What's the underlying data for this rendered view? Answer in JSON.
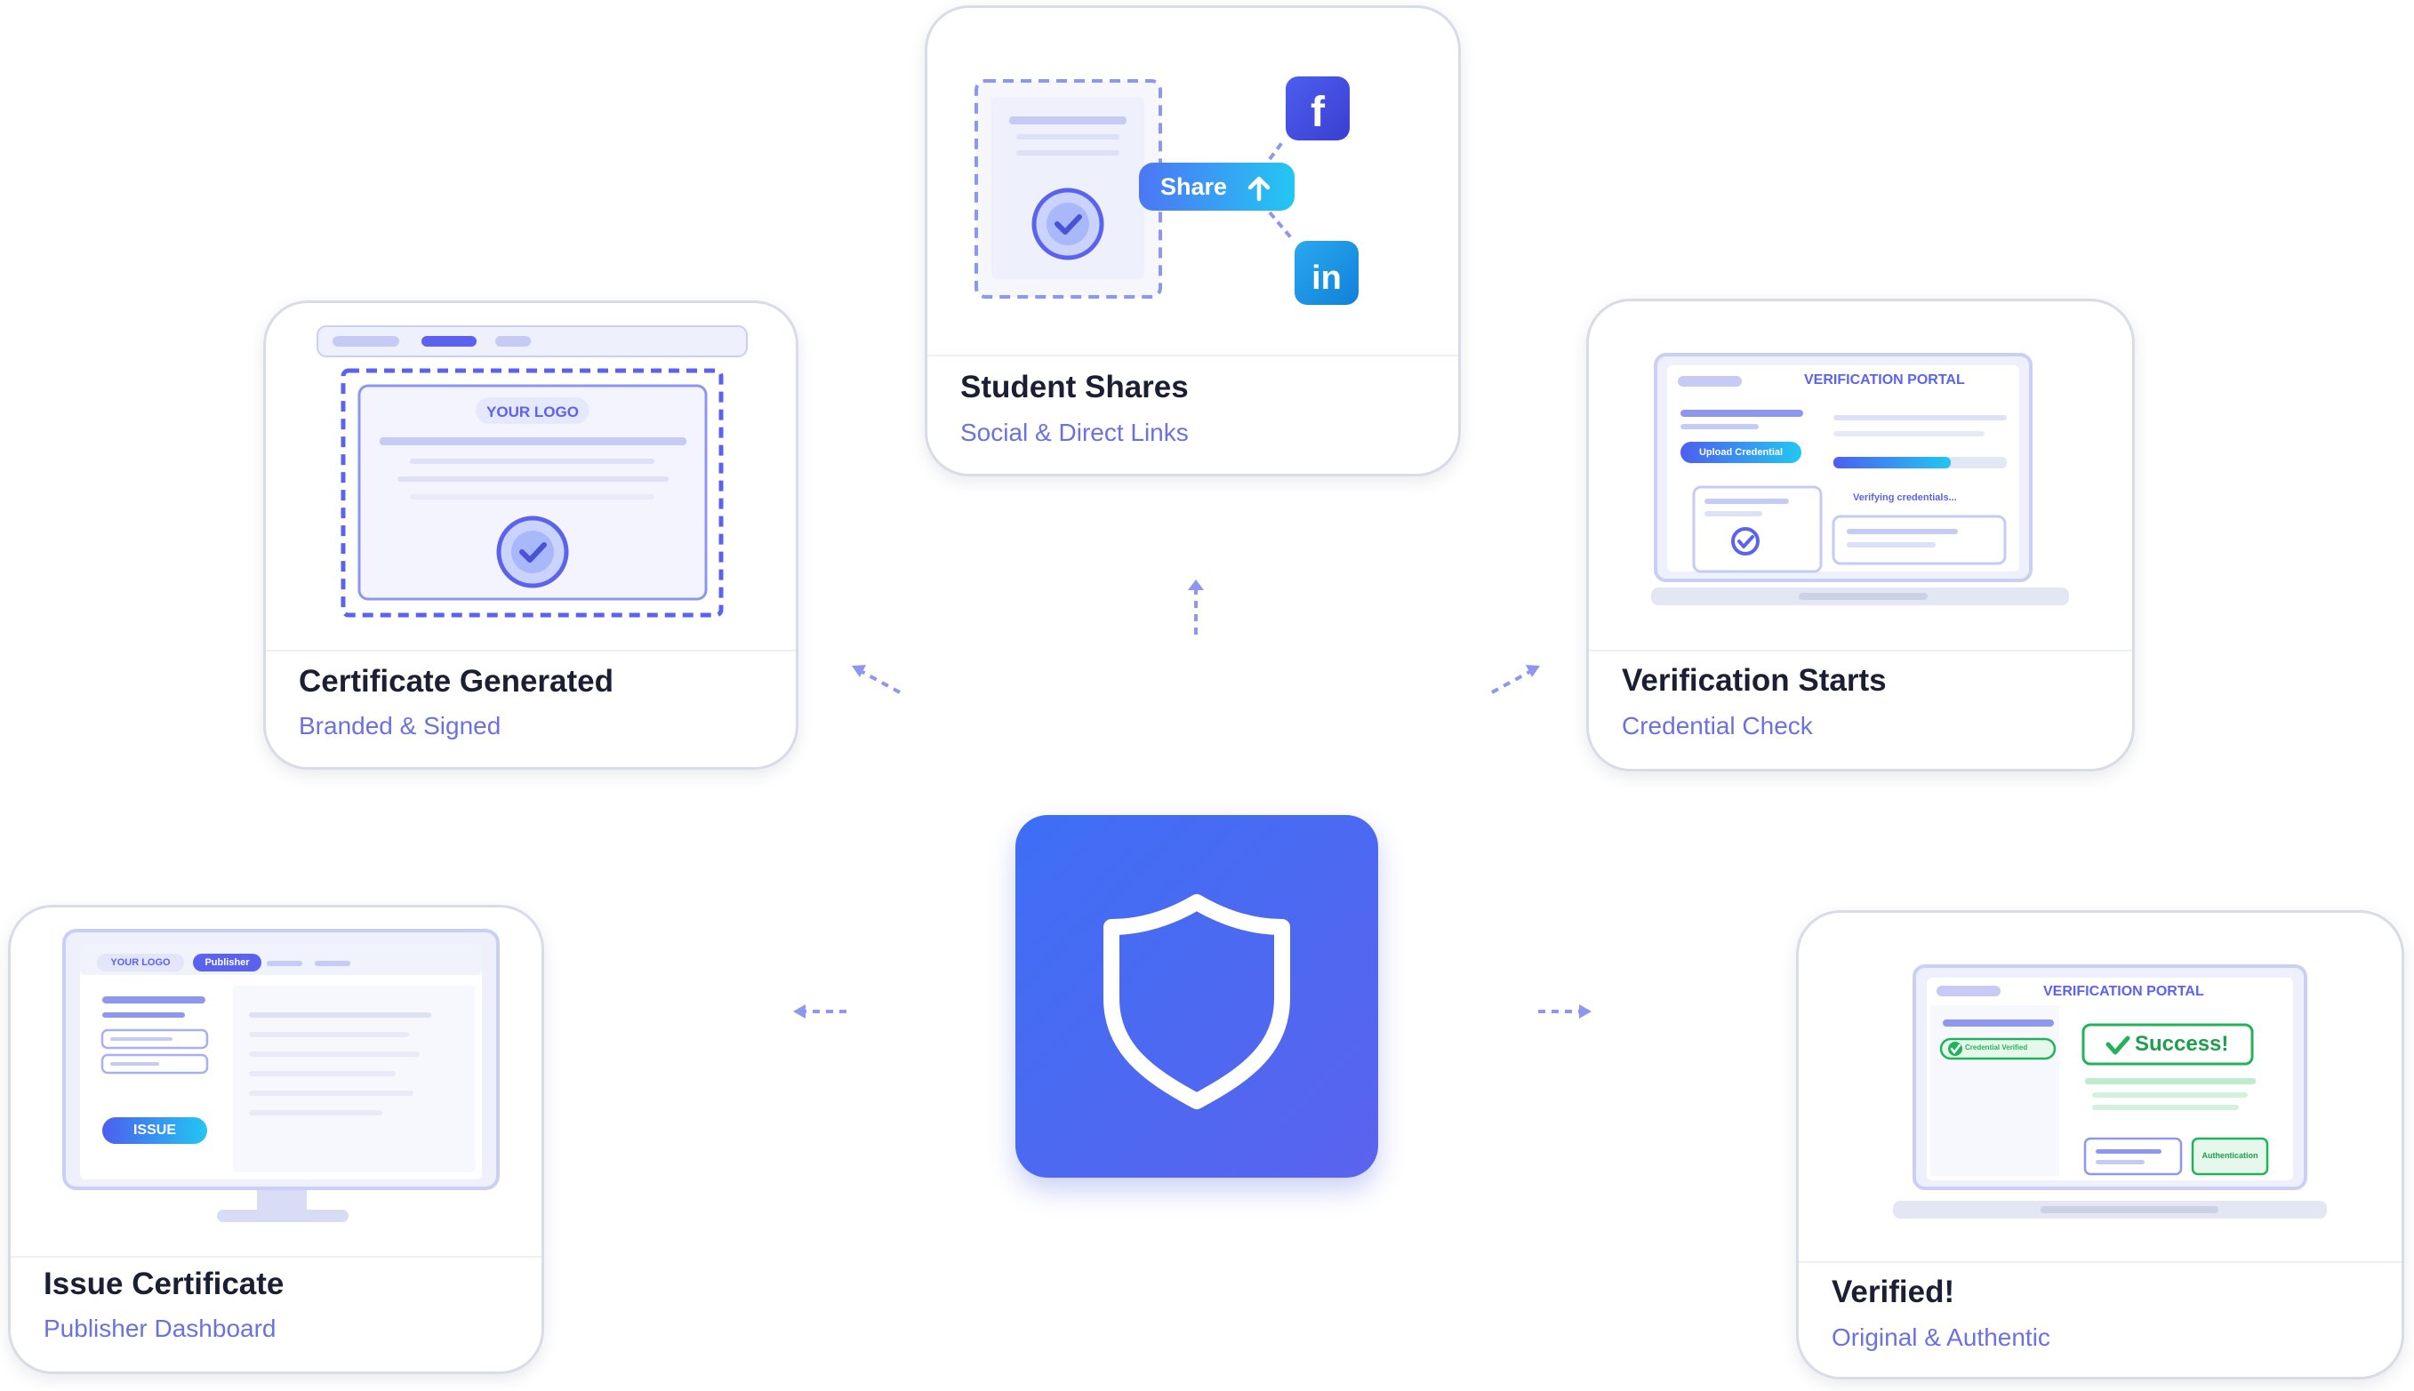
{
  "colors": {
    "accent": "#5b63ee",
    "subtitle": "#6b72e0",
    "title": "#1b1f33",
    "success": "#22b35a",
    "border": "#d9dbe6"
  },
  "center": {
    "icon": "shield-icon"
  },
  "cards": {
    "issue": {
      "title": "Issue Certificate",
      "subtitle": "Publisher Dashboard",
      "logo": "YOUR LOGO",
      "badge": "Publisher",
      "button": "ISSUE"
    },
    "generated": {
      "title": "Certificate Generated",
      "subtitle": "Branded & Signed",
      "logo": "YOUR LOGO"
    },
    "share": {
      "title": "Student Shares",
      "subtitle": "Social & Direct Links",
      "button": "Share",
      "icons": [
        "facebook-icon",
        "linkedin-icon"
      ]
    },
    "verification": {
      "title": "Verification Starts",
      "subtitle": "Credential Check",
      "portal": "VERIFICATION PORTAL",
      "upload": "Upload Credential",
      "status": "Verifying credentials..."
    },
    "verified": {
      "title": "Verified!",
      "subtitle": "Original & Authentic",
      "portal": "VERIFICATION PORTAL",
      "badge": "Credential Verified",
      "success": "Success!",
      "auth": "Authentication"
    }
  }
}
